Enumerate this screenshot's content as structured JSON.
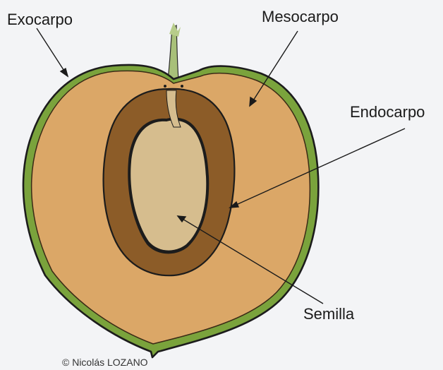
{
  "labels": {
    "exocarpo": "Exocarpo",
    "mesocarpo": "Mesocarpo",
    "endocarpo": "Endocarpo",
    "semilla": "Semilla"
  },
  "credit": "© Nicolás LOZANO",
  "colors": {
    "background": "#f3f4f6",
    "exocarp_green": "#7aa33c",
    "outline": "#1c1c1c",
    "mesocarp_flesh": "#dba767",
    "endocarp_brown": "#8c5c28",
    "seed": "#d6bd8e",
    "stem": "#a8c079"
  }
}
